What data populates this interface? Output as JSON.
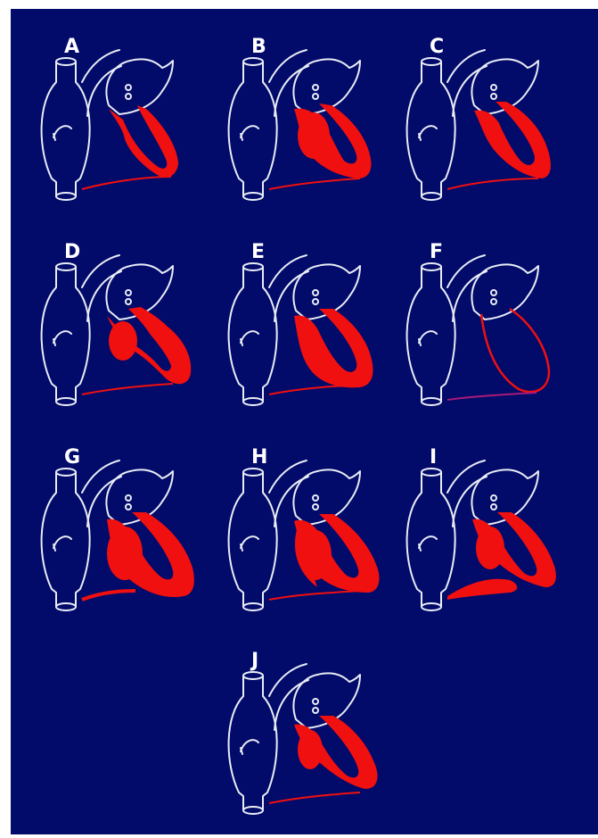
{
  "figure": {
    "background_color": "#020a6a",
    "outline_color": "#e8ecf5",
    "highlight_color": "#f01010",
    "panels": [
      {
        "label": "A",
        "variant": "thin-loop"
      },
      {
        "label": "B",
        "variant": "wide-base"
      },
      {
        "label": "C",
        "variant": "medium-loop"
      },
      {
        "label": "D",
        "variant": "waisted"
      },
      {
        "label": "E",
        "variant": "open-loop"
      },
      {
        "label": "F",
        "variant": "outline-only"
      },
      {
        "label": "G",
        "variant": "thick-u"
      },
      {
        "label": "H",
        "variant": "heart-shape"
      },
      {
        "label": "I",
        "variant": "low-tail"
      },
      {
        "label": "J",
        "variant": "compact-loop"
      }
    ]
  }
}
